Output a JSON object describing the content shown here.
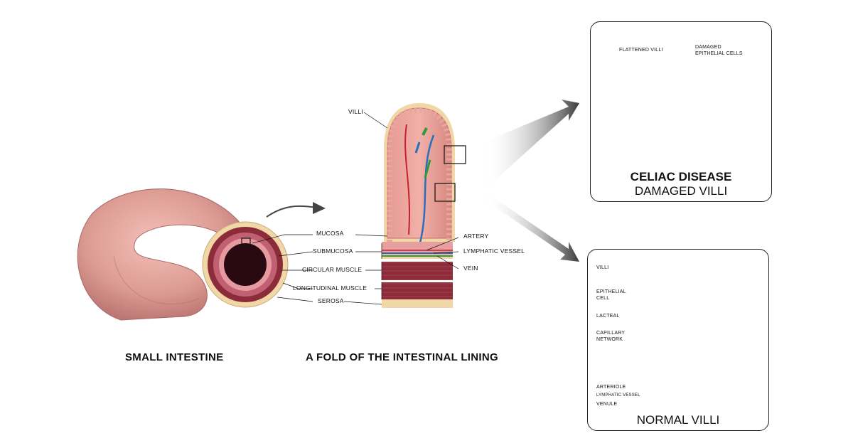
{
  "small_intestine": {
    "caption": "SMALL INTESTINE",
    "labels": {
      "mucosa": "MUCOSA",
      "submucosa": "SUBMUCOSA",
      "circular_muscle": "CIRCULAR MUSCLE",
      "longitudinal_muscle": "LONGITUDINAL MUSCLE",
      "serosa": "SEROSA"
    }
  },
  "fold": {
    "caption": "A FOLD OF THE INTESTINAL LINING",
    "labels": {
      "villi": "VILLI",
      "artery": "ARTERY",
      "lymphatic_vessel": "LYMPHATIC VESSEL",
      "vein": "VEIN"
    }
  },
  "celiac_panel": {
    "title_line1": "CELIAC DISEASE",
    "title_line2": "DAMAGED VILLI",
    "labels": {
      "flattened_villi": "FLATTENED VILLI",
      "damaged_cells_line1": "DAMAGED",
      "damaged_cells_line2": "EPITHELIAL CELLS"
    }
  },
  "normal_panel": {
    "title": "NORMAL VILLI",
    "labels": {
      "villi": "VILLI",
      "epithelial_line1": "EPITHELIAL",
      "epithelial_line2": "CELL",
      "lacteal": "LACTEAL",
      "capillary_line1": "CAPILLARY",
      "capillary_line2": "NETWORK",
      "arteriole": "ARTERIOLE",
      "lymphatic_vessel": "LYMPHATIC VESSEL",
      "venule": "VENULE"
    }
  },
  "colors": {
    "tissue_pink": "#e48a8a",
    "tissue_dark": "#b45662",
    "muscle": "#8c2c3a",
    "serosa": "#f0d9b0",
    "artery": "#c8202a",
    "vein": "#2a6fb8",
    "lymph": "#2e9a3a"
  }
}
